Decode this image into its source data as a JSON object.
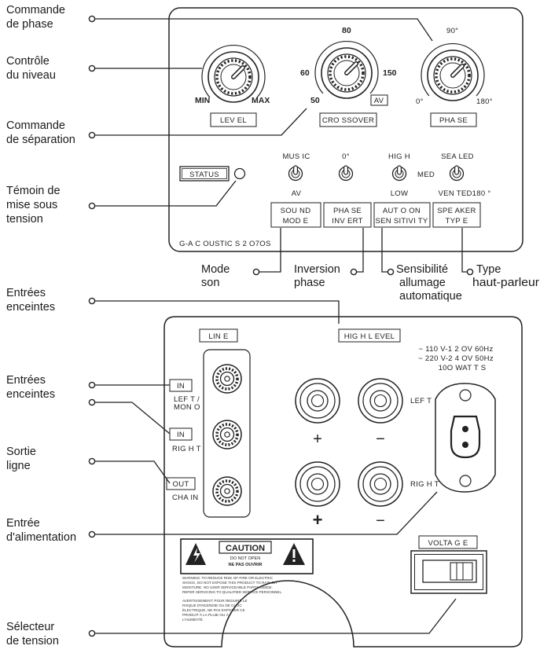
{
  "callouts": {
    "phase_control": [
      "Commande",
      "de phase"
    ],
    "level_control": [
      "Contrôle",
      "du niveau"
    ],
    "crossover_control": [
      "Commande",
      "de séparation"
    ],
    "power_indicator": [
      "Témoin de",
      "mise sous",
      "tension"
    ],
    "sound_mode": [
      "Mode",
      "son"
    ],
    "phase_invert": [
      "Inversion",
      "phase"
    ],
    "auto_on_sensitivity": [
      "Sensibilité",
      "allumage",
      "automatique"
    ],
    "speaker_type": [
      "Type",
      "haut-parleur"
    ],
    "speaker_inputs_top": [
      "Entrées",
      "enceintes"
    ],
    "speaker_inputs_left": [
      "Entrées",
      "enceintes"
    ],
    "line_output": [
      "Sortie",
      "ligne"
    ],
    "power_input": [
      "Entrée",
      "d'alimentation"
    ],
    "voltage_selector": [
      "Sélecteur",
      "de tension"
    ]
  },
  "top_panel": {
    "level_knob": {
      "min": "MIN",
      "max": "MAX",
      "label": "LEV EL"
    },
    "crossover_knob": {
      "s80": "80",
      "s60": "60",
      "s150": "150",
      "s50": "50",
      "av": "AV",
      "label": "CRO SSOVER"
    },
    "phase_knob": {
      "s90": "90°",
      "s0": "0°",
      "s180": "180°",
      "label": "PHA SE"
    },
    "status_label": "STATUS",
    "switches": {
      "sound_mode": {
        "top": "MUS IC",
        "bottom": "AV",
        "label": [
          "SOU ND",
          "MOD E"
        ]
      },
      "phase_invert": {
        "top": "0°",
        "label": [
          "PHA SE",
          "INV ERT"
        ]
      },
      "auto_on": {
        "top": "HIG H",
        "middle": "MED",
        "bottom": "LOW",
        "label": [
          "AUT O ON",
          "SEN SITIVI TY"
        ]
      },
      "speaker_type": {
        "top": "SEA LED",
        "bottom": "VEN TED180 °",
        "label": [
          "SPE AKER",
          "TYP E"
        ]
      }
    },
    "model": "G-A C OUSTIC S 2 O7OS"
  },
  "bottom_panel": {
    "line_label": "LIN E",
    "high_level_label": "HIG H L EVEL",
    "jack_labels": {
      "in_left": "IN",
      "left_mono": [
        "LEF T /",
        "MON O"
      ],
      "in_right": "IN",
      "right": "RIG H T",
      "out": "OUT",
      "chain": "CHA IN"
    },
    "terminal_left": "LEF T",
    "terminal_right": "RIG H T",
    "plus": "+",
    "minus": "−",
    "power_rating": [
      "~ 110 V-1 2 OV 60Hz",
      "~ 220 V-2 4 OV 50Hz",
      "10O WAT T S"
    ],
    "voltage_label": "VOLTA G E",
    "caution": {
      "title": "CAUTION",
      "line1": "DO NOT OPEN",
      "line2": "NE PAS OUVRIR"
    },
    "warning_en": [
      "WARNING: TO REDUCE RISK OF FIRE OR ELECTRIC",
      "SHOCK, DO NOT EXPOSE THIS PRODUCT TO RAIN OR",
      "MOISTURE. NO USER SERVICEABLE PARTS INSIDE.",
      "REFER SERVICING TO QUALIFIED SERVICE PERSONNEL."
    ],
    "warning_fr": [
      "AVERTISSEMENT: POUR REDUIRE LE",
      "RISQUE D'INCENDIE OU DE CHOC",
      "ÉLECTRIQUE, NE PAS EXPOSER CE",
      "PRODUIT À LA PLUIE OU À",
      "L'HUMIDITÉ."
    ]
  }
}
